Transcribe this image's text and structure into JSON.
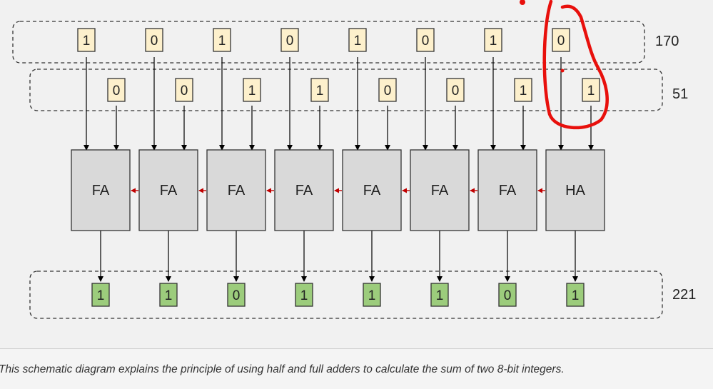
{
  "diagram": {
    "operand_a": {
      "bits": [
        "1",
        "0",
        "1",
        "0",
        "1",
        "0",
        "1",
        "0"
      ],
      "value": "170"
    },
    "operand_b": {
      "bits": [
        "0",
        "0",
        "1",
        "1",
        "0",
        "0",
        "1",
        "1"
      ],
      "value": "51"
    },
    "adders": [
      "FA",
      "FA",
      "FA",
      "FA",
      "FA",
      "FA",
      "FA",
      "HA"
    ],
    "sum": {
      "bits": [
        "1",
        "1",
        "0",
        "1",
        "1",
        "1",
        "0",
        "1"
      ],
      "value": "221"
    }
  },
  "caption": "This schematic diagram explains the principle of using half and full adders to calculate the sum of two 8-bit integers.",
  "colors": {
    "operand_fill": "#fdf0cc",
    "sum_fill": "#9ccc7c",
    "adder_fill": "#d9d9d9",
    "carry_arrow": "#c00000",
    "annotation_ink": "#e8100c"
  }
}
